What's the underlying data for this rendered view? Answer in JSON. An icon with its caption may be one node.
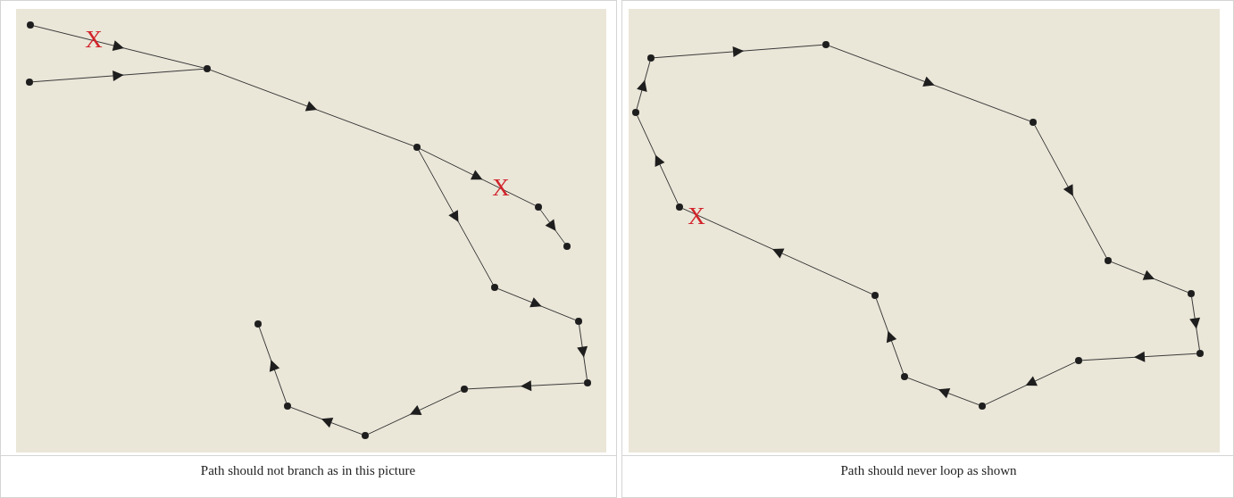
{
  "diagram": {
    "nodes": [
      {
        "text": [],
        "shape": "circle"
      },
      {
        "text": [],
        "shape": "circle"
      },
      {
        "text": [],
        "shape": "circle"
      },
      {
        "text": [],
        "shape": "circle"
      },
      {
        "text": [],
        "shape": "circle"
      },
      {
        "text": [],
        "shape": "circle"
      },
      {
        "text": [],
        "shape": "circle"
      },
      {
        "text": [],
        "shape": "circle"
      },
      {
        "text": [],
        "shape": "circle"
      },
      {
        "text": [],
        "shape": "circle"
      },
      {
        "text": [],
        "shape": "circle"
      },
      {
        "text": [],
        "shape": "circle"
      },
      {
        "text": [],
        "shape": "circle"
      },
      {
        "text": [],
        "shape": "circle"
      },
      {
        "text": [],
        "shape": "circle"
      },
      {
        "text": [],
        "shape": "circle"
      },
      {
        "text": [],
        "shape": "circle"
      },
      {
        "text": [],
        "shape": "circle"
      },
      {
        "text": [],
        "shape": "circle"
      },
      {
        "text": [],
        "shape": "circle"
      },
      {
        "text": [],
        "shape": "circle"
      },
      {
        "text": [],
        "shape": "circle"
      },
      {
        "text": [],
        "shape": "circle"
      },
      {
        "text": [],
        "shape": "circle"
      },
      {
        "text": [],
        "shape": "circle"
      }
    ],
    "edges": [
      {
        "from": 0,
        "to": 2,
        "arrow": "to"
      },
      {
        "from": 1,
        "to": 2,
        "arrow": "to"
      },
      {
        "from": 2,
        "to": 3,
        "arrow": "to"
      },
      {
        "from": 3,
        "to": 4,
        "arrow": "to"
      },
      {
        "from": 4,
        "to": 5,
        "arrow": "to"
      },
      {
        "from": 3,
        "to": 6,
        "arrow": "to"
      },
      {
        "from": 6,
        "to": 7,
        "arrow": "to"
      },
      {
        "from": 7,
        "to": 8,
        "arrow": "to"
      },
      {
        "from": 8,
        "to": 9,
        "arrow": "to"
      },
      {
        "from": 9,
        "to": 10,
        "arrow": "to"
      },
      {
        "from": 10,
        "to": 11,
        "arrow": "to"
      },
      {
        "from": 11,
        "to": 12,
        "arrow": "to"
      },
      {
        "from": 13,
        "to": 14,
        "arrow": "to"
      },
      {
        "from": 14,
        "to": 15,
        "arrow": "to"
      },
      {
        "from": 15,
        "to": 16,
        "arrow": "to"
      },
      {
        "from": 16,
        "to": 17,
        "arrow": "to"
      },
      {
        "from": 17,
        "to": 18,
        "arrow": "to"
      },
      {
        "from": 18,
        "to": 19,
        "arrow": "to"
      },
      {
        "from": 19,
        "to": 20,
        "arrow": "to"
      },
      {
        "from": 20,
        "to": 21,
        "arrow": "to"
      },
      {
        "from": 21,
        "to": 22,
        "arrow": "to"
      },
      {
        "from": 22,
        "to": 23,
        "arrow": "to"
      },
      {
        "from": 23,
        "to": 24,
        "arrow": "to"
      },
      {
        "from": 24,
        "to": 13,
        "arrow": "to"
      }
    ],
    "labels": [
      "X",
      "X",
      "X",
      "Path should not branch as in this picture",
      "Path should never loop as shown"
    ]
  }
}
